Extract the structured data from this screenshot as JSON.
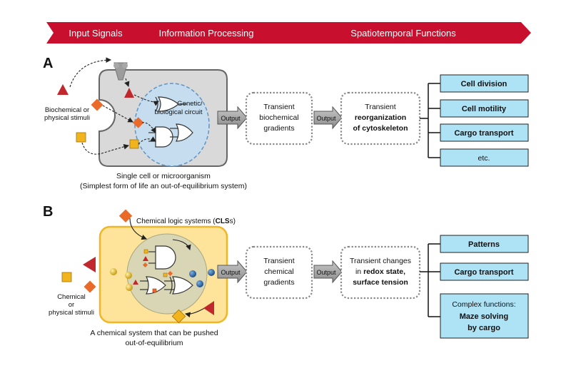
{
  "banner": {
    "stage1": "Input Signals",
    "stage2": "Information Processing",
    "stage3": "Spatiotemporal Functions"
  },
  "panel_a": {
    "letter": "A",
    "stimuli_line1": "Biochemical or",
    "stimuli_line2": "physical stimuli",
    "circuit_line1": "Genetic/",
    "circuit_line2": "biological circuit",
    "output1": "Output",
    "gradients_line1": "Transient",
    "gradients_line2": "biochemical",
    "gradients_line3": "gradients",
    "output2": "Output",
    "reorg_line1": "Transient",
    "reorg_line2": "reorganization",
    "reorg_line3": "of cytoskeleton",
    "functions": [
      "Cell division",
      "Cell motility",
      "Cargo transport",
      "etc."
    ],
    "caption_line1": "Single cell or microorganism",
    "caption_line2": "(Simplest form of life an out-of-equilibrium system)"
  },
  "panel_b": {
    "letter": "B",
    "cls_prefix": "Chemical logic systems (",
    "cls_bold": "CLS",
    "cls_suffix": "s)",
    "stimuli_line1": "Chemical",
    "stimuli_line2": "or",
    "stimuli_line3": "physical stimuli",
    "output1": "Output",
    "gradients_line1": "Transient",
    "gradients_line2": "chemical",
    "gradients_line3": "gradients",
    "output2": "Output",
    "changes_line1": "Transient changes",
    "changes_line2_prefix": "in ",
    "changes_line2_bold": "redox state,",
    "changes_line3": "surface tension",
    "functions": [
      "Patterns",
      "Cargo transport"
    ],
    "complex_line1": "Complex functions:",
    "complex_line2": "Maze solving",
    "complex_line3": "by cargo",
    "caption_line1": "A chemical system that can be pushed",
    "caption_line2": "out-of-equilibrium"
  },
  "colors": {
    "banner_red": "#c8102e",
    "cell_fill": "#d9d9d9",
    "chem_fill": "#fde49a",
    "function_box": "#aee2f5",
    "triangle_red": "#c0282d",
    "diamond_orange": "#ea6a2a",
    "square_yellow": "#f2b41c"
  }
}
